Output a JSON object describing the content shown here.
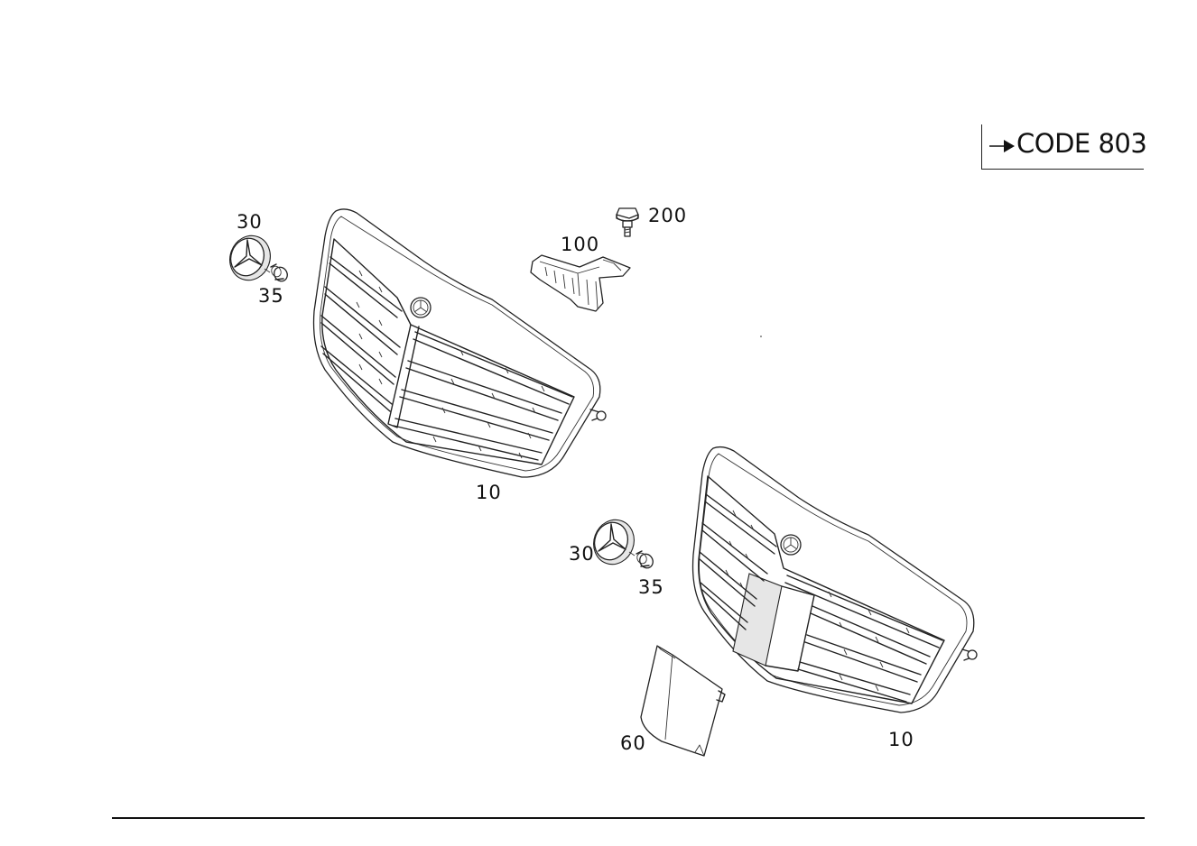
{
  "code_box": {
    "arrow_icon": "right-arrow-icon",
    "label": "CODE 803"
  },
  "callouts": {
    "grille_upper": "10",
    "grille_lower": "10",
    "star_emblem_upper": "30",
    "star_emblem_lower": "30",
    "sleeve_upper": "35",
    "sleeve_lower": "35",
    "bracket": "100",
    "bolt": "200",
    "cover_panel": "60"
  }
}
